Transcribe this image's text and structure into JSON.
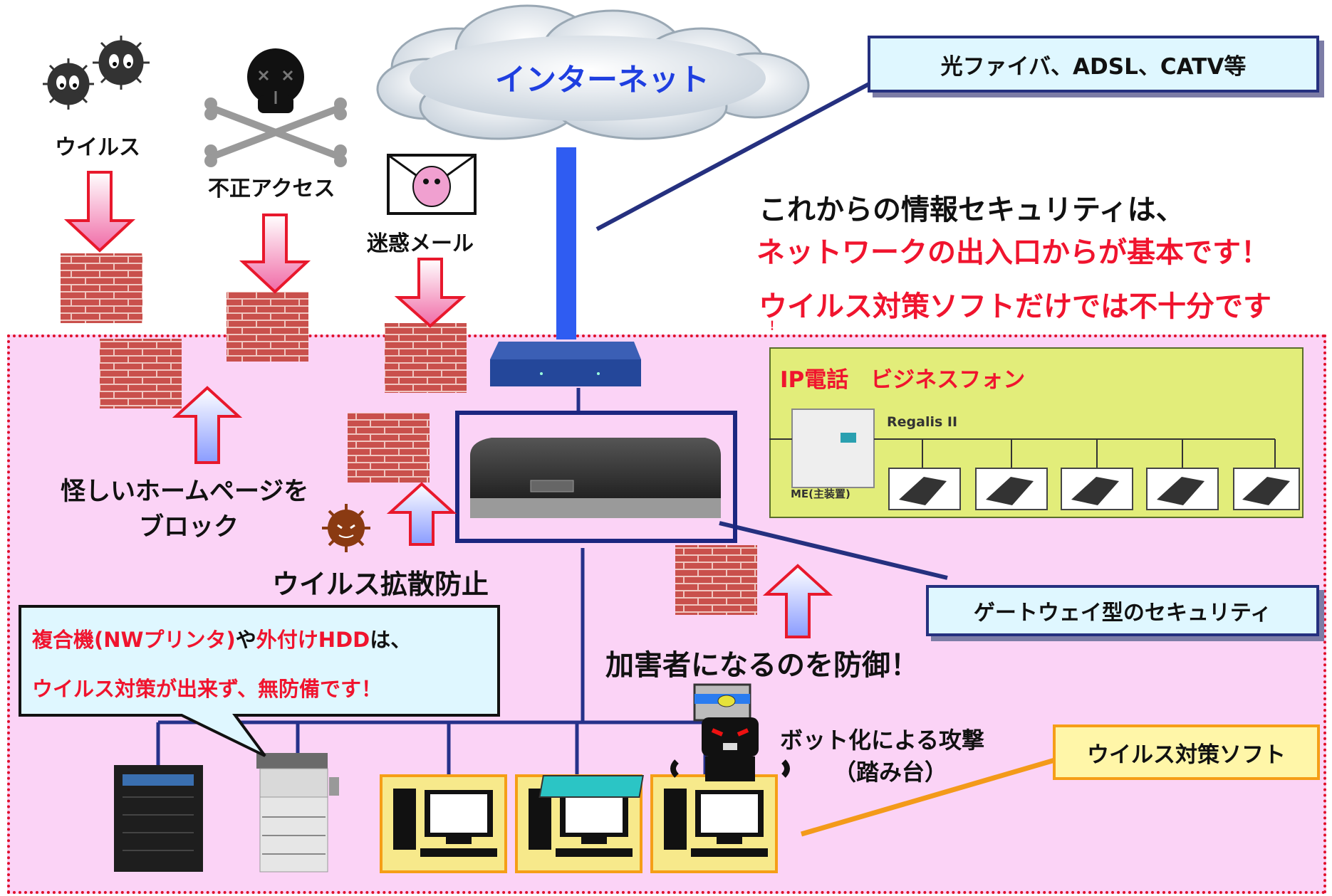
{
  "cloud": {
    "label": "インターネット"
  },
  "threats": {
    "virus_label": "ウイルス",
    "unauthorized_access_label": "不正アクセス",
    "spam_mail_label": "迷惑メール"
  },
  "callouts": {
    "line_types": "光ファイバ、ADSL、CATV等",
    "gateway_security": "ゲートウェイ型のセキュリティ",
    "antivirus_software": "ウイルス対策ソフト"
  },
  "headline": {
    "line1": "これからの情報セキュリティは、",
    "line2": "ネットワークの出入口からが基本です！",
    "line3": "ウイルス対策ソフトだけでは不十分です",
    "line3_cont": "！"
  },
  "ip_phone": {
    "title": "IP電話　ビジネスフォン",
    "model": "Regalis II",
    "main_unit": "ME(主装置)"
  },
  "labels": {
    "block_sites_line1": "怪しいホームページを",
    "block_sites_line2": "ブロック",
    "stop_spread": "ウイルス拡散防止",
    "prevent_attacker": "加害者になるのを防御！",
    "bot_attack_line1": "ボット化による攻撃",
    "bot_attack_line2": "（踏み台）"
  },
  "warning_bubble": {
    "line1_part1": "複合機(NWプリンタ)",
    "line1_part2": "や",
    "line1_part3": "外付けHDD",
    "line1_part4": "は、",
    "line2": "ウイルス対策が出来ず、無防備です！"
  },
  "colors": {
    "accent_red": "#f0142e",
    "navy": "#25307f",
    "lan_zone": "#fbd3f6",
    "cloud_text": "#1f3fe0",
    "ip_panel": "#e2ed7a"
  }
}
